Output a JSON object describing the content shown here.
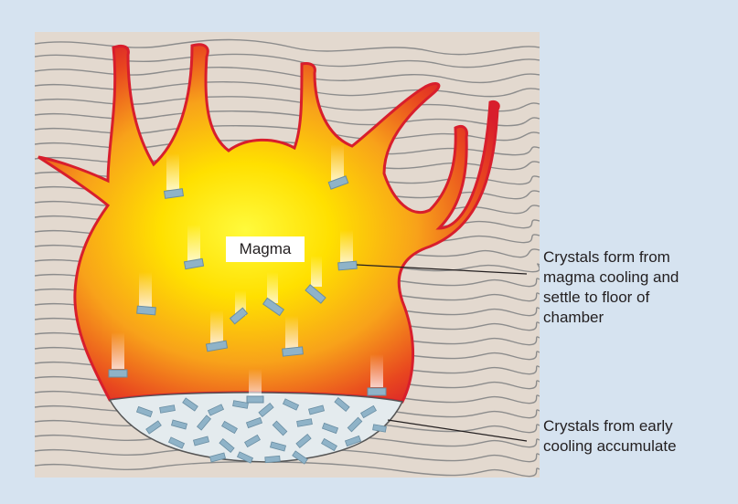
{
  "magma_label": "Magma",
  "callout_settle": [
    "Crystals form from",
    "magma cooling and",
    "settle to floor of",
    "chamber"
  ],
  "callout_accumulate": [
    "Crystals from early",
    "cooling accumulate"
  ],
  "colors": {
    "background": "#d6e3f0",
    "rock": "#e3d9cf",
    "strata_lines": "#8c8c8c",
    "magma_edge": "#d81e2c",
    "magma_mid": "#f39a1a",
    "magma_core": "#fff200",
    "crystal": "#8fb3c8",
    "crystal_outline": "#6a8ea3",
    "crystal_floor": "#e4ebee"
  }
}
